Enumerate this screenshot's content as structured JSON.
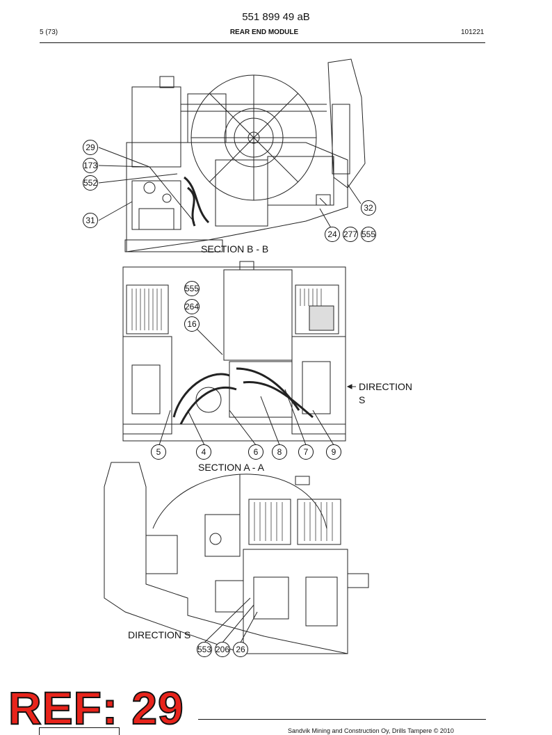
{
  "header": {
    "doc_number": "551 899 49 aB",
    "page": "5 (73)",
    "title": "REAR END MODULE",
    "date": "101221"
  },
  "section_bb": {
    "title": "SECTION  B - B",
    "callouts": [
      "29",
      "173",
      "552",
      "31",
      "32",
      "24",
      "277",
      "555"
    ]
  },
  "section_aa": {
    "title": "SECTION  A - A",
    "direction_label_1": "DIRECTION",
    "direction_label_2": "S",
    "callouts": [
      "555",
      "264",
      "16",
      "5",
      "4",
      "6",
      "8",
      "7",
      "9"
    ]
  },
  "direction_s": {
    "title": "DIRECTION S",
    "callouts": [
      "553",
      "206",
      "26"
    ]
  },
  "stamp": {
    "text": "REF: 29"
  },
  "footer": {
    "text": "Sandvik Mining and Construction Oy, Drills Tampere © 2010"
  }
}
